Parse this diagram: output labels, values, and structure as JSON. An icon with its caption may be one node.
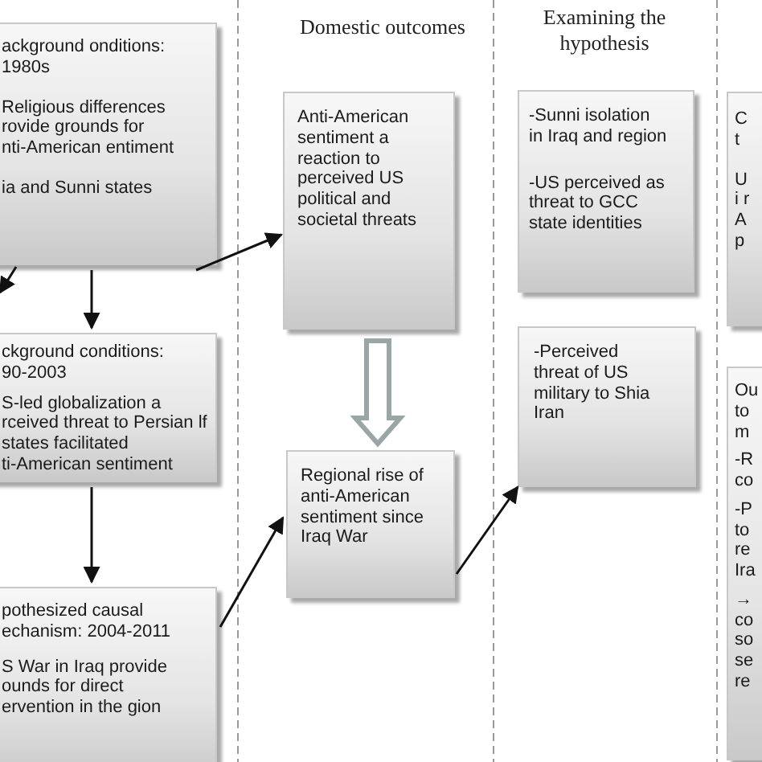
{
  "diagram": {
    "nodes": [
      {
        "text": [
          "ackground onditions: 1980s",
          "Religious differences rovide grounds for nti-American entiment",
          "ia and Sunni states"
        ]
      },
      {
        "text": [
          "ckground conditions: 90-2003",
          "S-led globalization a rceived threat to Persian lf states facilitated ti-American sentiment"
        ]
      },
      {
        "text": [
          "pothesized causal echanism: 2004-2011",
          "S War in Iraq provide ounds for direct ervention in the gion"
        ]
      },
      {
        "text": [
          "Anti-American sentiment a reaction to perceived US political and societal threats"
        ]
      },
      {
        "text": [
          "Regional rise of anti-American sentiment since Iraq War"
        ]
      },
      {
        "text": [
          "-Sunni isolation in Iraq and region",
          "-US perceived as threat to GCC state identities"
        ]
      },
      {
        "text": [
          "-Perceived threat of US military to Shia Iran"
        ]
      },
      {
        "text": [
          "C t",
          "U i r A p"
        ]
      },
      {
        "text": [
          "Ou to m",
          "-R co",
          "-P to re Ira",
          "→ co so se re"
        ]
      }
    ],
    "edges": [
      {
        "from": 0,
        "to": 1,
        "arrow": "to"
      },
      {
        "from": 1,
        "to": 2,
        "arrow": "to"
      },
      {
        "from": 0,
        "to": 3,
        "arrow": "to"
      },
      {
        "from": 3,
        "to": 4,
        "arrow": "to",
        "style": "thick",
        "color": "#9aa6a6"
      },
      {
        "from": 2,
        "to": 4,
        "arrow": "to"
      },
      {
        "from": 4,
        "to": 6,
        "arrow": "to"
      },
      {
        "from": 0,
        "to": null,
        "arrow": "to"
      }
    ],
    "labels": [
      "Domestic outcomes",
      "Examining the hypothesis"
    ]
  }
}
